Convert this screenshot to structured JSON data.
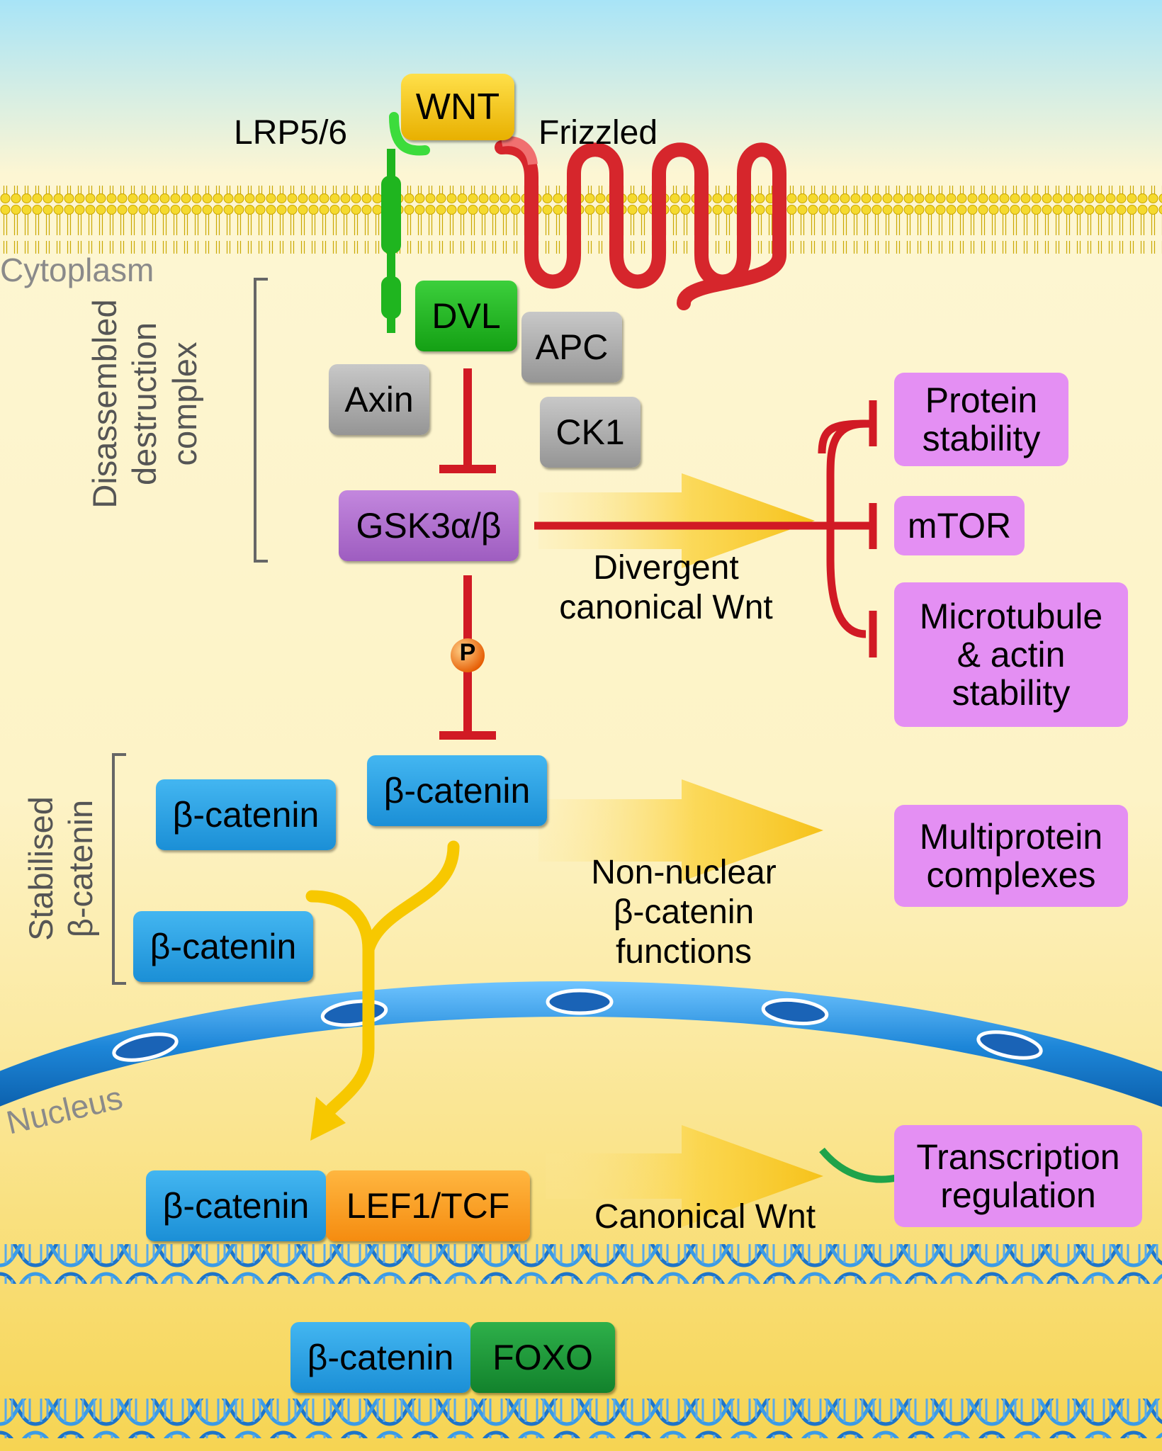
{
  "membrane_labels": {
    "ligand": "WNT",
    "coreceptor": "LRP5/6",
    "receptor": "Frizzled"
  },
  "compartments": {
    "cytoplasm": "Cytoplasm",
    "nucleus": "Nucleus"
  },
  "brackets": {
    "destruction": [
      "Disassembled",
      "destruction",
      "complex"
    ],
    "stabilised": [
      "Stabilised",
      "β-catenin"
    ]
  },
  "proteins": {
    "dvl": "DVL",
    "apc": "APC",
    "axin": "Axin",
    "ck1": "CK1",
    "gsk3": "GSK3α/β",
    "phospho": "P",
    "bcat_main": "β-catenin",
    "bcat_a": "β-catenin",
    "bcat_b": "β-catenin",
    "bcat_lef": "β-catenin",
    "lef": "LEF1/TCF",
    "bcat_foxo": "β-catenin",
    "foxo": "FOXO"
  },
  "pathways": {
    "divergent": [
      "Divergent",
      "canonical Wnt"
    ],
    "nonnuclear": [
      "Non-nuclear",
      "β-catenin",
      "functions"
    ],
    "canonical": "Canonical Wnt"
  },
  "outcomes": {
    "protein": [
      "Protein",
      "stability"
    ],
    "mtor": "mTOR",
    "microtubule": [
      "Microtubule",
      "& actin",
      "stability"
    ],
    "multiprotein": [
      "Multiprotein",
      "complexes"
    ],
    "transcription": [
      "Transcription",
      "regulation"
    ]
  },
  "colors": {
    "inhibition": "#d11a24",
    "activation": "#1fa34a",
    "beta_catenin": "#2a9ee0",
    "gsk": "#b07ad2",
    "outcome": "#e48ff3",
    "sky": "#a8e4f7",
    "cytoplasm": "#fdf4cc",
    "nucleus_bg": "#f8e07a"
  }
}
